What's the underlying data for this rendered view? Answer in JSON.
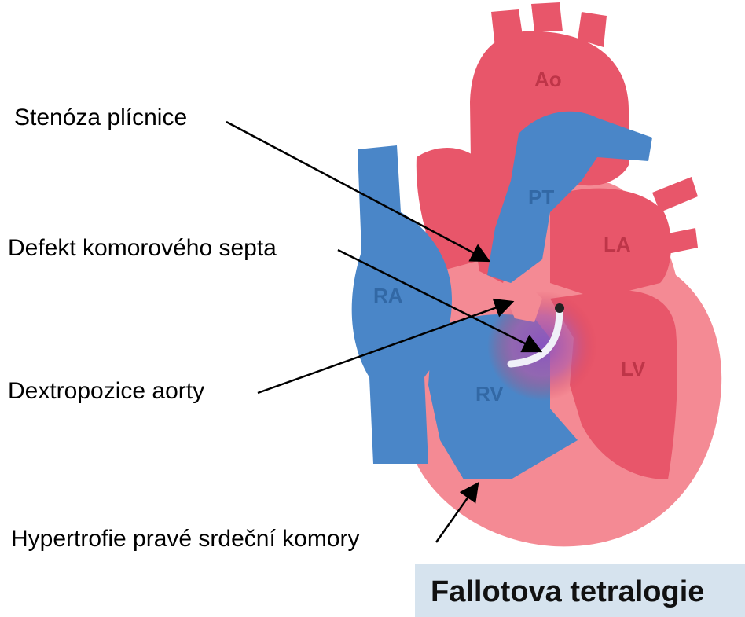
{
  "colors": {
    "oxygenated_red": "#e8566a",
    "oxygenated_red_dark": "#d94055",
    "myocardium_pink": "#f48a94",
    "deoxygenated_blue": "#4a86c8",
    "mixed_purple": "#8a52c0",
    "title_box_bg": "#d6e3ee"
  },
  "heart": {
    "labels": {
      "aorta": "Ao",
      "pulmonary_trunk": "PT",
      "right_atrium": "RA",
      "left_atrium": "LA",
      "right_ventricle": "RV",
      "left_ventricle": "LV"
    }
  },
  "callouts": {
    "pulmonary_stenosis": "Stenóza plícnice",
    "ventricular_septal_defect": "Defekt komorového septa",
    "overriding_aorta": "Dextropozice aorty",
    "rv_hypertrophy": "Hypertrofie pravé srdeční komory"
  },
  "title": "Fallotova tetralogie"
}
